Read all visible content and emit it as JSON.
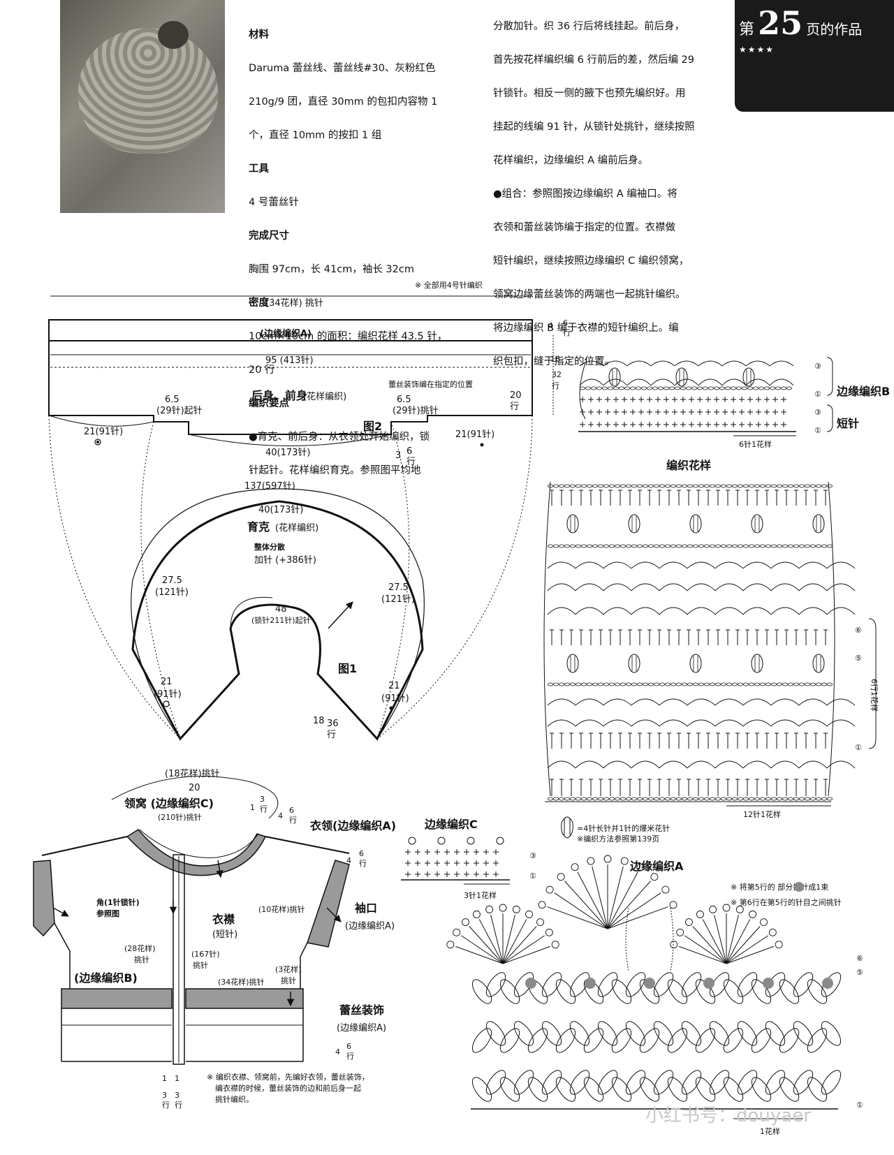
{
  "header": {
    "page_prefix": "第",
    "page_number": "25",
    "page_suffix": "页的作品",
    "stars": "★★★★"
  },
  "materials": {
    "h_materials": "材料",
    "materials_lines": [
      "Daruma 蕾丝线、蕾丝线#30、灰粉红色",
      "210g/9 团，直径 30mm 的包扣内容物 1",
      "个，直径 10mm 的按扣 1 组"
    ],
    "h_tools": "工具",
    "tools": "4 号蕾丝针",
    "h_size": "完成尺寸",
    "size": "胸围 97cm，长 41cm，袖长 32cm",
    "h_gauge": "密度",
    "gauge_lines": [
      "10cm×10cm 的面积：编织花样 43.5 针，",
      "20 行"
    ],
    "h_points": "编织要点",
    "points_lines": [
      "●育克、前后身：从衣领处开始编织，锁",
      "针起针。花样编织育克。参照图平均地"
    ]
  },
  "instructions": {
    "lines": [
      "分散加针。织 36 行后将线挂起。前后身，",
      "首先按花样编织编 6 行前后的差，然后编 29",
      "针锁针。相反一侧的腋下也预先编织好。用",
      "挂起的线编 91 针，从锁针处挑针，继续按照",
      "花样编织，边缘编织 A 编前后身。",
      "●组合：参照图按边缘编织 A 编袖口。将",
      "衣领和蕾丝装饰编于指定的位置。衣襟做",
      "短针编织，继续按照边缘编织 C 编织领窝，",
      "领窝边缘蕾丝装饰的两端也一起挑针编织。",
      "将边缘编织 B 编于衣襟的短针编织上。编",
      "织包扣，缝于指定的位置。"
    ]
  },
  "fig2": {
    "note_all": "※ 全部用4号针编织",
    "top_pickup": "(34花样) 挑针",
    "band": "(边缘编织A)",
    "width95": "95 (413针)",
    "body_title": "后身、前身",
    "body_sub": "(花样编织)",
    "lace_note": "蕾丝装饰编在指定的位置",
    "left_chain_a": "6.5",
    "left_chain_b": "(29针)起针",
    "right_chain_a": "6.5",
    "right_chain_b": "(29针)挑针",
    "side_left": "21(91针)",
    "side_right": "21(91针)",
    "center40": "40(173针)",
    "fig_label": "图2",
    "h20_a": "20",
    "h20_b": "行",
    "h3_a": "3",
    "h3_b": "6",
    "h3_c": "行"
  },
  "fig1": {
    "outer137": "137(597针)",
    "inner40": "40(173针)",
    "title": "育克",
    "title_sub": "(花样编织)",
    "dist": "整体分散",
    "inc": "加针 (+386针)",
    "left275_a": "27.5",
    "left275_b": "(121针)",
    "right275_a": "27.5",
    "right275_b": "(121针)",
    "neck48_a": "48",
    "neck48_b": "(锁针211针)起针",
    "left21_a": "21",
    "left21_b": "(91针)",
    "right21_a": "21",
    "right21_b": "(91针)",
    "rows18_a": "18",
    "rows18_b": "36",
    "rows18_c": "行",
    "fig_label": "图1"
  },
  "assembly": {
    "top_pickup": "(18花样)挑针",
    "w20": "20",
    "neckline": "领窝 (边缘编织C)",
    "neck210": "(210针)挑针",
    "n1_3a": "1",
    "n1_3b": "3",
    "n1_3c": "行",
    "n4_6a": "4",
    "n4_6b": "6",
    "n4_6c": "行",
    "collar": "衣领(边缘编织A)",
    "cuff_rows_a": "4",
    "cuff_rows_b": "6",
    "cuff_rows_c": "行",
    "corner": "角(1针锁针)",
    "corner_ref": "参照图",
    "front_band": "衣襟",
    "front_band_sub": "(短针)",
    "pick10": "(10花样)挑针",
    "cuff": "袖口",
    "cuff_sub": "(边缘编织A)",
    "pick28_a": "(28花样)",
    "pick28_b": "挑针",
    "pick167_a": "(167针)",
    "pick167_b": "挑针",
    "pick3_a": "(3花样)",
    "pick3_b": "挑针",
    "edgeB": "(边缘编织B)",
    "pick34": "(34花样)挑针",
    "lace": "蕾丝装饰",
    "lace_sub": "(边缘编织A)",
    "lace_rows_a": "4",
    "lace_rows_b": "6",
    "lace_rows_c": "行",
    "bottom_left_a": "1",
    "bottom_left_b": "3",
    "bottom_left_c": "行",
    "bottom_right_a": "1",
    "bottom_right_b": "3",
    "bottom_right_c": "行",
    "note_lines": [
      "※ 编织衣襟、领窝前，先编好衣领，蕾丝装饰，",
      "编衣襟的时候，蕾丝装饰的边和前后身一起",
      "挑针编织。"
    ]
  },
  "chartB": {
    "title": "边缘编织B",
    "sc_label": "短针",
    "rows_a": "4",
    "rows_b": "6",
    "rows_c": "行",
    "rows16_a": "16",
    "rows16_b": "32",
    "rows16_c": "行",
    "repeat": "6针1花样",
    "row_marks": [
      "③",
      "①",
      "③",
      "①"
    ]
  },
  "chartPattern": {
    "title": "编织花样",
    "repeat": "12针1花样",
    "vrepeat": "6行1花样",
    "row_marks": [
      "⑥",
      "⑤",
      "①"
    ]
  },
  "chartC": {
    "title": "边缘编织C",
    "repeat": "3针1花样",
    "row_marks": [
      "③",
      "①"
    ]
  },
  "legend": {
    "popcorn": "=4针长针并1针的爆米花针",
    "popcorn_ref": "※编织方法参照第139页"
  },
  "chartA": {
    "title": "边缘编织A",
    "note1": "※ 将第5行的   部分挑针成1束",
    "note2": "※ 第6行在第5行的针目之间挑针",
    "repeat": "1花样",
    "row_marks": [
      "⑥",
      "⑤",
      "①"
    ]
  },
  "watermark": "小红书号：douyaer"
}
